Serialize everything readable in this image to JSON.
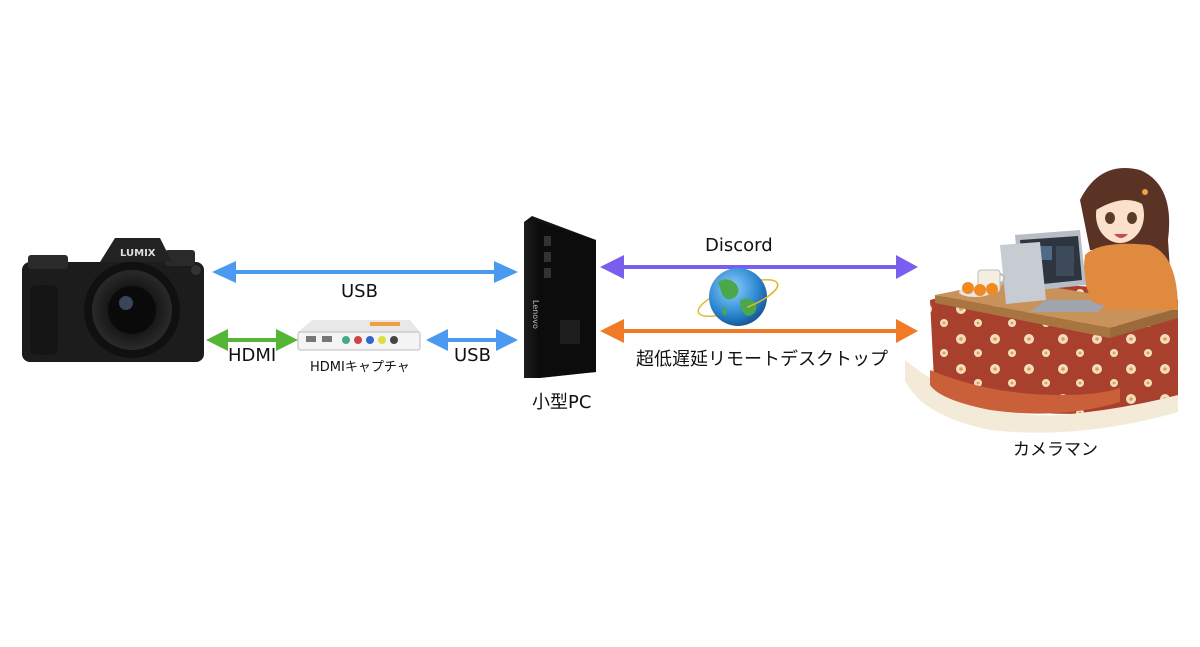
{
  "diagram": {
    "camera": {
      "brand": "LUMIX",
      "icon": "camera-icon"
    },
    "capture_device": {
      "label": "HDMIキャプチャ",
      "icon": "capture-box-icon"
    },
    "pc": {
      "label": "小型PC",
      "brand": "Lenovo",
      "icon": "mini-pc-icon"
    },
    "globe": {
      "icon": "globe-icon"
    },
    "operator": {
      "label": "カメラマン",
      "icon": "person-laptop-kotatsu-icon"
    },
    "links": {
      "camera_pc": {
        "label": "USB",
        "color": "#4a9bf0"
      },
      "camera_capture": {
        "label": "HDMI",
        "color": "#55b535"
      },
      "capture_pc": {
        "label": "USB",
        "color": "#4a9bf0"
      },
      "discord": {
        "label": "Discord",
        "color": "#7a5ef0"
      },
      "remote_desktop": {
        "label": "超低遅延リモートデスクトップ",
        "color": "#ef7a28"
      }
    }
  }
}
